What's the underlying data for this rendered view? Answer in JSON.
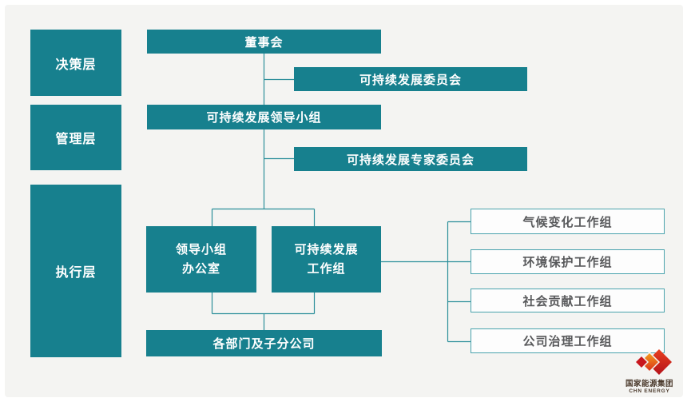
{
  "layer_labels": {
    "decision": "决策层",
    "management": "管理层",
    "execution": "执行层"
  },
  "nodes": {
    "board": "董事会",
    "sustainability_committee": "可持续发展委员会",
    "leading_group": "可持续发展领导小组",
    "expert_committee": "可持续发展专家委员会",
    "office_line1": "领导小组",
    "office_line2": "办公室",
    "working_group_line1": "可持续发展",
    "working_group_line2": "工作组",
    "departments": "各部门及子分公司",
    "climate_group": "气候变化工作组",
    "environment_group": "环境保护工作组",
    "social_group": "社会贡献工作组",
    "governance_group": "公司治理工作组"
  },
  "logo": {
    "name_cn": "国家能源集团",
    "name_en": "CHN ENERGY"
  },
  "colors": {
    "teal_box": "#17808e",
    "connector_line": "#2b8e9a",
    "white_box_border": "#4aa3ad",
    "white_box_text": "#58595b",
    "panel_background": "#f4f4f2",
    "logo_red": "#c8161d",
    "logo_orange": "#f08300",
    "logo_text": "#4a392b"
  }
}
